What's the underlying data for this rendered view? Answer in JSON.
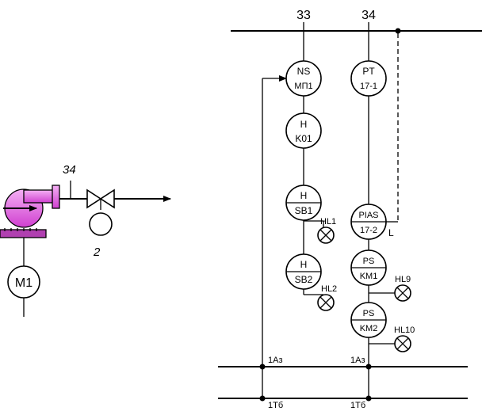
{
  "terminals": {
    "left": "33",
    "right": "34"
  },
  "instruments": [
    {
      "id": "ns",
      "top": "NS",
      "bottom": "МП1"
    },
    {
      "id": "pt",
      "top": "PT",
      "bottom": "17-1"
    },
    {
      "id": "h1",
      "top": "H",
      "bottom": "K01"
    },
    {
      "id": "sb1",
      "top": "H",
      "bottom": "SB1"
    },
    {
      "id": "pias",
      "top": "PIAS",
      "bottom": "17-2"
    },
    {
      "id": "sb2",
      "top": "H",
      "bottom": "SB2"
    },
    {
      "id": "km1",
      "top": "PS",
      "bottom": "KM1"
    },
    {
      "id": "km2",
      "top": "PS",
      "bottom": "KM2"
    }
  ],
  "lamps": {
    "hl1": "HL1",
    "hl2": "HL2",
    "hl9": "HL9",
    "hl10": "HL10"
  },
  "pias_limit": "L",
  "buses": {
    "a_left": "1Аз",
    "a_right": "1Аз",
    "b_left": "1Тб",
    "b_right": "1Тб"
  },
  "equipment": {
    "pipe_point": "34",
    "valve_number": "2",
    "motor": "M1"
  },
  "colors": {
    "pump_fill": "#e060e0",
    "pump_base": "#b040b0",
    "line": "#000000"
  }
}
